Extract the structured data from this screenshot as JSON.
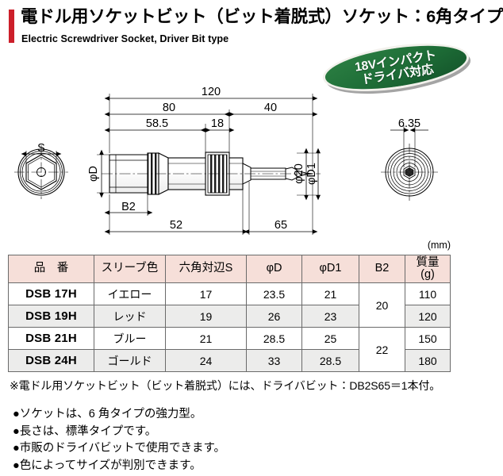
{
  "header": {
    "title_ja": "電ドル用ソケットビット（ビット着脱式）ソケット：6角タイプ",
    "title_en": "Electric Screwdriver Socket, Driver Bit type",
    "accent_color": "#cc1f2a"
  },
  "badge": {
    "line1": "18Vインパクト",
    "line2": "ドライバ対応",
    "color": "#1e7038"
  },
  "drawing": {
    "unit_note": "(mm)",
    "dimensions": {
      "total_length": "120",
      "body_to_bit_shoulder": "80",
      "bit_exposed": "40",
      "socket_length": "58.5",
      "collar": "18",
      "socket_face_to_step": "52",
      "bit_assembly": "65",
      "bit_hex": "6.35",
      "bit_dia": "φ20"
    },
    "labels": {
      "hex_across_flats": "S",
      "outer_dia": "φD",
      "bit_dia_label": "φD1",
      "shoulder": "B2"
    }
  },
  "table": {
    "unit": "(mm)",
    "headers": [
      "品　番",
      "スリーブ色",
      "六角対辺S",
      "φD",
      "φD1",
      "B2",
      "質量"
    ],
    "mass_unit": "(g)",
    "rows": [
      {
        "part_no": "DSB 17H",
        "sleeve_color": "イエロー",
        "hex_s": "17",
        "dia_d": "23.5",
        "dia_d1": "21",
        "b2": "20",
        "mass_g": "110"
      },
      {
        "part_no": "DSB 19H",
        "sleeve_color": "レッド",
        "hex_s": "19",
        "dia_d": "26",
        "dia_d1": "23",
        "b2": "20",
        "mass_g": "120"
      },
      {
        "part_no": "DSB 21H",
        "sleeve_color": "ブルー",
        "hex_s": "21",
        "dia_d": "28.5",
        "dia_d1": "25",
        "b2": "22",
        "mass_g": "150"
      },
      {
        "part_no": "DSB 24H",
        "sleeve_color": "ゴールド",
        "hex_s": "24",
        "dia_d": "33",
        "dia_d1": "28.5",
        "b2": "22",
        "mass_g": "180"
      }
    ]
  },
  "footnote": "※電ドル用ソケットビット（ビット着脱式）には、ドライバビット：DB2S65＝1本付。",
  "bullets": [
    "●ソケットは、6 角タイプの強力型。",
    "●長さは、標準タイプです。",
    "●市販のドライバビットで使用できます。",
    "●色によってサイズが判別できます。"
  ]
}
